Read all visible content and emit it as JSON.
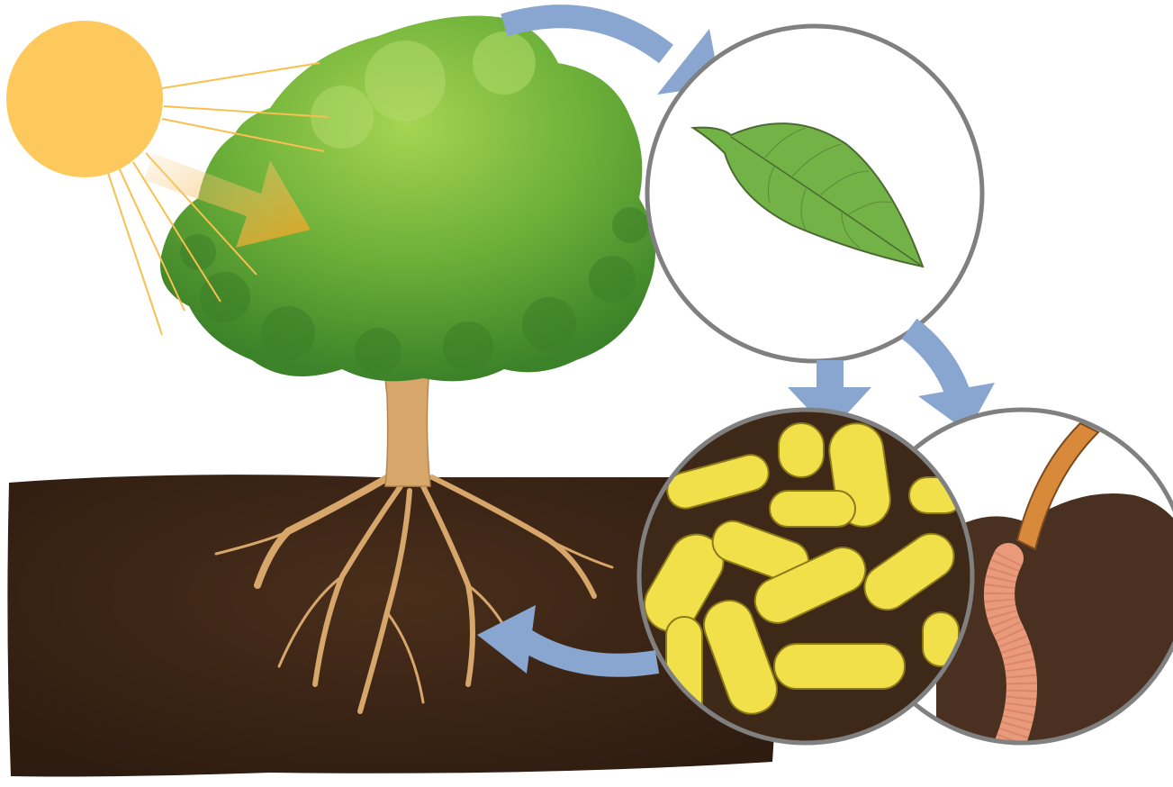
{
  "diagram": {
    "stages": [
      {
        "id": "sun",
        "icon": "sun-icon"
      },
      {
        "id": "tree",
        "icon": "tree-icon"
      },
      {
        "id": "leaf",
        "icon": "leaf-icon"
      },
      {
        "id": "bacteria",
        "icon": "bacteria-icon"
      },
      {
        "id": "earthworm",
        "icon": "earthworm-icon"
      },
      {
        "id": "soil",
        "icon": "soil-icon"
      }
    ],
    "flows": [
      {
        "from": "sun",
        "to": "tree"
      },
      {
        "from": "tree",
        "to": "leaf"
      },
      {
        "from": "leaf",
        "to": "bacteria"
      },
      {
        "from": "leaf",
        "to": "earthworm"
      },
      {
        "from": "bacteria",
        "to": "soil"
      }
    ],
    "colors": {
      "sun": "#FDC95C",
      "sun_ray": "#F7C04F",
      "light_arrow": "#EAA31A",
      "flow_arrow": "#88A6CF",
      "foliage_light": "#8CC63F",
      "foliage_dark": "#3F8A2A",
      "trunk": "#D6A66A",
      "soil": "#3A2415",
      "circle_border": "#808080",
      "bacteria": "#F2E04A",
      "worm": "#E89A7A"
    }
  }
}
